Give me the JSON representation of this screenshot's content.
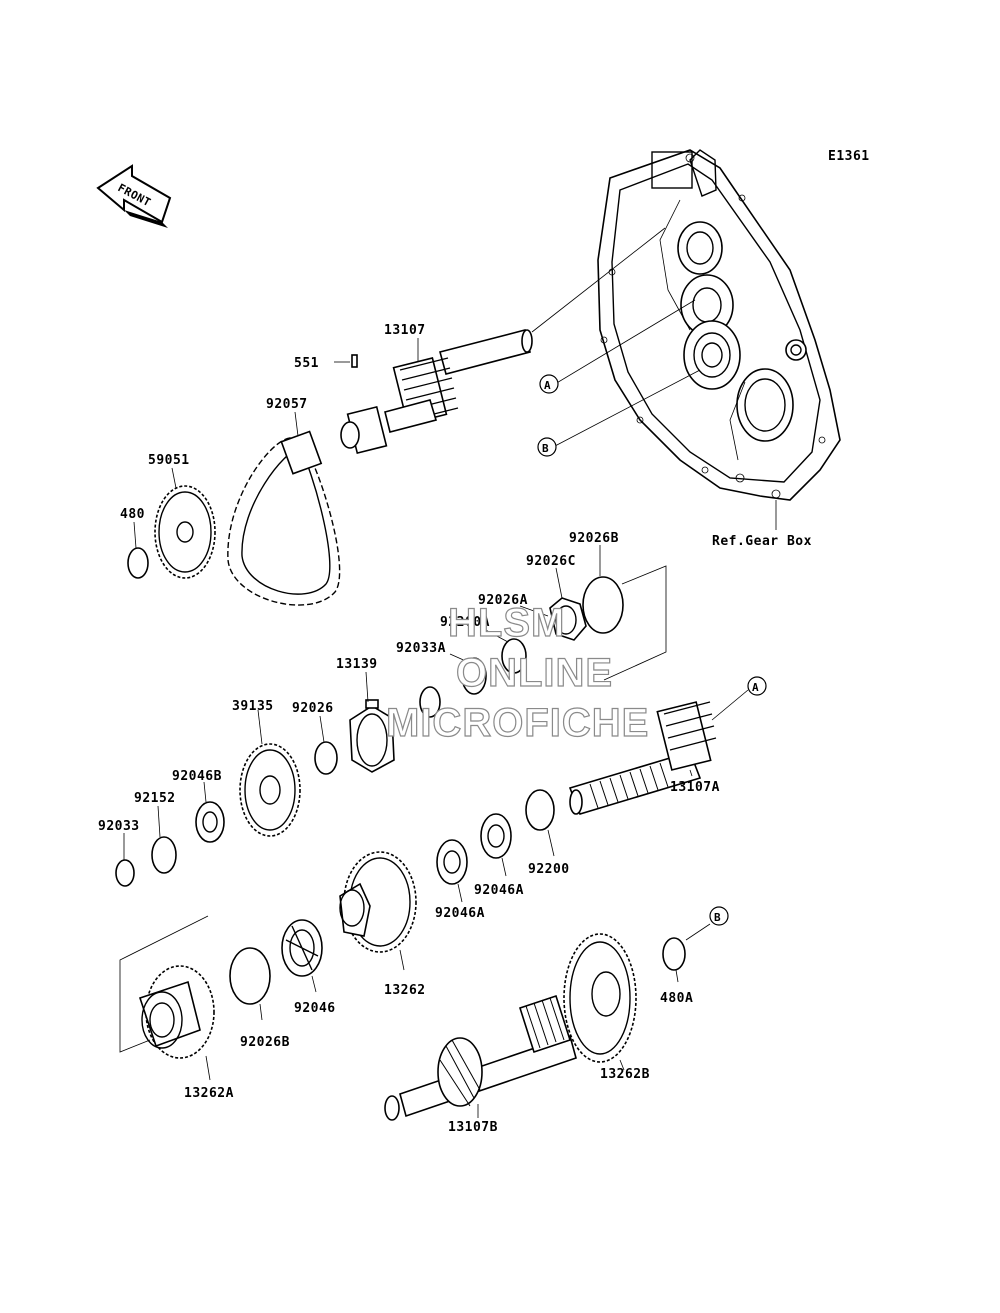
{
  "diagram_code": "E1361",
  "front_label": "FRONT",
  "ref_label": "Ref.Gear Box",
  "watermark": [
    "HLSM",
    "ONLINE",
    "MICROFICHE"
  ],
  "callouts": {
    "a": "A",
    "b": "B"
  },
  "parts": {
    "p13107": "13107",
    "p551": "551",
    "p92057": "92057",
    "p59051": "59051",
    "p480": "480",
    "p92026B_top": "92026B",
    "p92026C": "92026C",
    "p92026A": "92026A",
    "p92200A": "92200A",
    "p92033A": "92033A",
    "p13139": "13139",
    "p39135": "39135",
    "p92026": "92026",
    "p92046B": "92046B",
    "p92152": "92152",
    "p92033": "92033",
    "p13107A": "13107A",
    "p92200": "92200",
    "p92046A_1": "92046A",
    "p92046A_2": "92046A",
    "p13262": "13262",
    "p92046": "92046",
    "p92026B_bot": "92026B",
    "p480A": "480A",
    "p13262A": "13262A",
    "p13262B": "13262B",
    "p13107B": "13107B"
  }
}
